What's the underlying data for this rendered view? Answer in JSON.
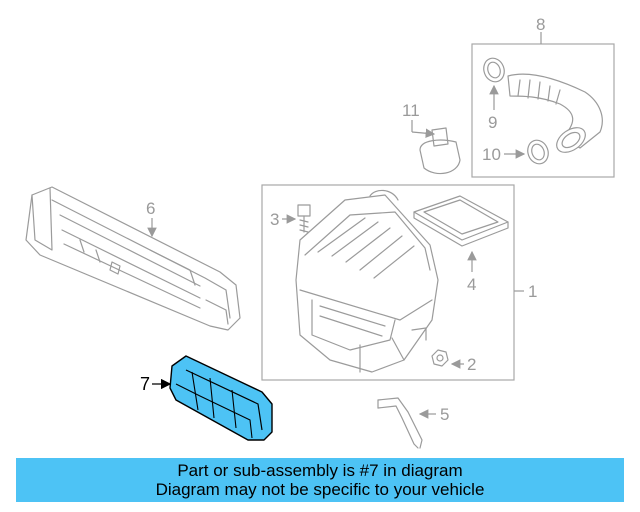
{
  "colors": {
    "banner": "#4dc3f5",
    "highlight_part": "#4dc3f5",
    "line_art": "#9b9b9b",
    "highlight_outline": "#000000"
  },
  "callouts": {
    "c1": "1",
    "c2": "2",
    "c3": "3",
    "c4": "4",
    "c5": "5",
    "c6": "6",
    "c7": "7",
    "c8": "8",
    "c9": "9",
    "c10": "10",
    "c11": "11"
  },
  "banner": {
    "line1": "Part or sub-assembly is #7 in diagram",
    "line2": "Diagram may not be specific to your vehicle"
  }
}
